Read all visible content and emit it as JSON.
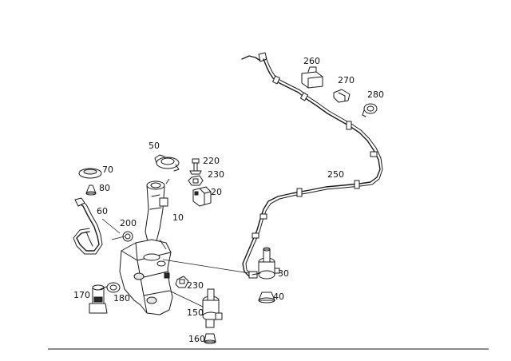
{
  "diagram": {
    "colors": {
      "line": "#1a1a1a",
      "background": "#ffffff",
      "shade": "#e6e6e6"
    },
    "labels": {
      "p10": "10",
      "p20": "20",
      "p30": "30",
      "p40": "40",
      "p50": "50",
      "p60": "60",
      "p70": "70",
      "p80": "80",
      "p150": "150",
      "p160": "160",
      "p170": "170",
      "p180": "180",
      "p200": "200",
      "p220": "220",
      "p230a": "230",
      "p230b": "230",
      "p250": "250",
      "p260": "260",
      "p270": "270",
      "p280": "280"
    }
  }
}
